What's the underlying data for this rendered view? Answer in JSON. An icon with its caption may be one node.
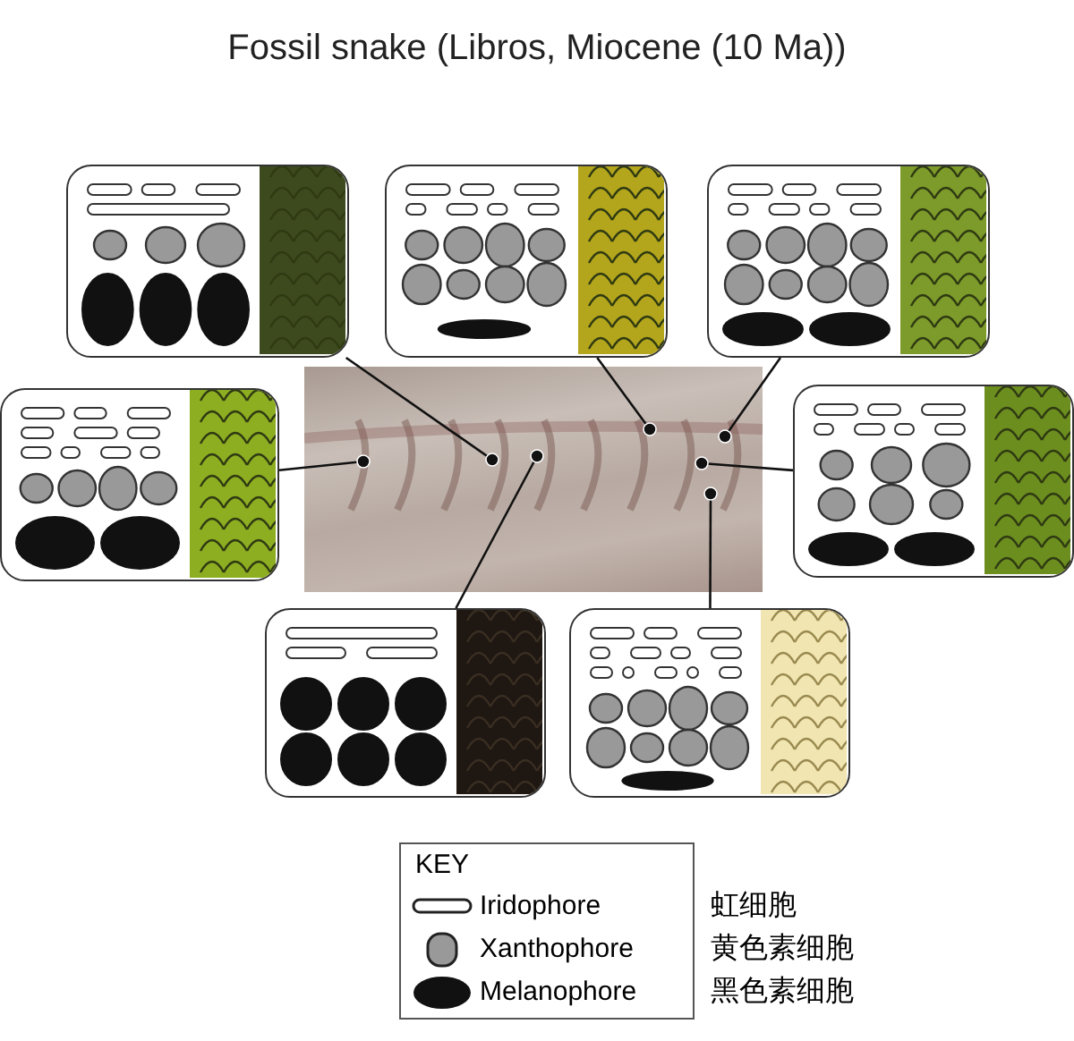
{
  "diagram": {
    "title": "Fossil snake (Libros, Miocene (10 Ma))",
    "nodes": [
      {
        "text": [],
        "shape": "picture"
      },
      {
        "text": [],
        "shape": "picture"
      },
      {
        "text": [],
        "shape": "picture"
      },
      {
        "text": [],
        "shape": "picture"
      },
      {
        "text": [],
        "shape": "picture"
      },
      {
        "text": [],
        "shape": "picture"
      },
      {
        "text": [],
        "shape": "picture"
      },
      {
        "text": [],
        "shape": "picture"
      }
    ],
    "edges": [
      {
        "from": 1,
        "to": 0,
        "arrow": "other"
      },
      {
        "from": 2,
        "to": 0,
        "arrow": "other"
      },
      {
        "from": 3,
        "to": 0,
        "arrow": "other"
      },
      {
        "from": 4,
        "to": 0,
        "arrow": "other"
      },
      {
        "from": 5,
        "to": 0,
        "arrow": "other"
      },
      {
        "from": 6,
        "to": 0,
        "arrow": "other"
      },
      {
        "from": 7,
        "to": 0,
        "arrow": "other"
      }
    ],
    "labels": [
      "KEY",
      "虹细胞",
      "黄色素细胞",
      "黑色素细胞"
    ],
    "legend": [
      {
        "text": "Iridophore"
      },
      {
        "text": "Xanthophore"
      },
      {
        "text": "Melanophore"
      }
    ]
  }
}
